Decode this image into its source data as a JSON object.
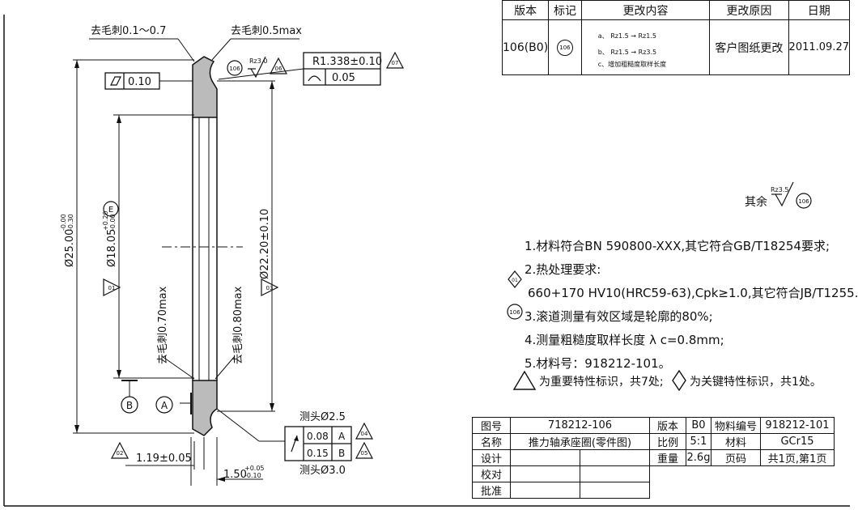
{
  "revision_table": {
    "headers": [
      "版本",
      "标记",
      "更改内容",
      "更改原因",
      "日期"
    ],
    "row": {
      "version": "106(B0)",
      "mark": "106",
      "change_a_label": "a、",
      "change_a_from": "Rz1.5",
      "change_a_to": "Rz1.5",
      "change_b_label": "b、",
      "change_b_from": "Rz1.5",
      "change_b_to": "Rz3.5",
      "change_c": "c、增加粗糙度取样长度",
      "reason": "客户图纸更改",
      "date": "2011.09.27"
    }
  },
  "drawing": {
    "deburr_top_left": "去毛刺0.1～0.7",
    "deburr_top_right": "去毛刺0.5max",
    "flatness_value": "0.10",
    "roughness_top": "Rz3.0",
    "mark_106": "106",
    "mark_06": "06",
    "radius_dim": "R1.338±0.10",
    "profile_value": "0.05",
    "mark_07": "07",
    "dia_outer": "Ø25.00",
    "dia_outer_tol_upper": "-0.00",
    "dia_outer_tol_lower": "-0.30",
    "dia_inner": "Ø18.05",
    "dia_inner_tol_upper": "+0.20",
    "dia_inner_tol_lower": "-0.00",
    "circle_e": "E",
    "mark_01": "01",
    "deburr_left_vertical": "去毛刺0.70max",
    "deburr_right_vertical": "去毛刺0.80max",
    "dia_raceway": "Ø22.20±0.10",
    "mark_03": "03",
    "datum_b": "B",
    "datum_a": "A",
    "probe_top": "测头Ø2.5",
    "runout_1_value": "0.08",
    "runout_1_datum": "A",
    "runout_2_value": "0.15",
    "runout_2_datum": "B",
    "mark_04": "04",
    "mark_05": "05",
    "probe_bottom": "测头Ø3.0",
    "thickness_dim": "1.19±0.05",
    "mark_02": "02",
    "width_dim": "1.50",
    "width_tol_upper": "+0.05",
    "width_tol_lower": "-0.10"
  },
  "remaining_roughness": {
    "label": "其余",
    "value": "Rz3.5",
    "mark": "106"
  },
  "notes": [
    "1.材料符合BN 590800-XXX,其它符合GB/T18254要求;",
    "2.热处理要求:",
    "660+170 HV10(HRC59-63),Cpk≥1.0,其它符合JB/T1255.",
    "3.滚道测量有效区域是轮廓的80%;",
    "4.测量粗糙度取样长度 λ c=0.8mm;",
    "5.材料号：918212-101。"
  ],
  "notes_marks": {
    "note2_mark": "01",
    "note3_mark": "106"
  },
  "legend": {
    "important": "为重要特性标识，共7处;",
    "key": "为关键特性标识，共1处。"
  },
  "title_block": {
    "drawing_no_label": "图号",
    "drawing_no": "718212-106",
    "version_label": "版本",
    "version": "B0",
    "material_code_label": "物料编号",
    "material_code": "918212-101",
    "name_label": "名称",
    "name": "推力轴承座圈(零件图)",
    "scale_label": "比例",
    "scale": "5:1",
    "material_label": "材料",
    "material": "GCr15",
    "design_label": "设计",
    "weight_label": "重量",
    "weight": "2.6g",
    "page_label": "页码",
    "page": "共1页,第1页",
    "check_label": "校对",
    "approve_label": "批准"
  }
}
